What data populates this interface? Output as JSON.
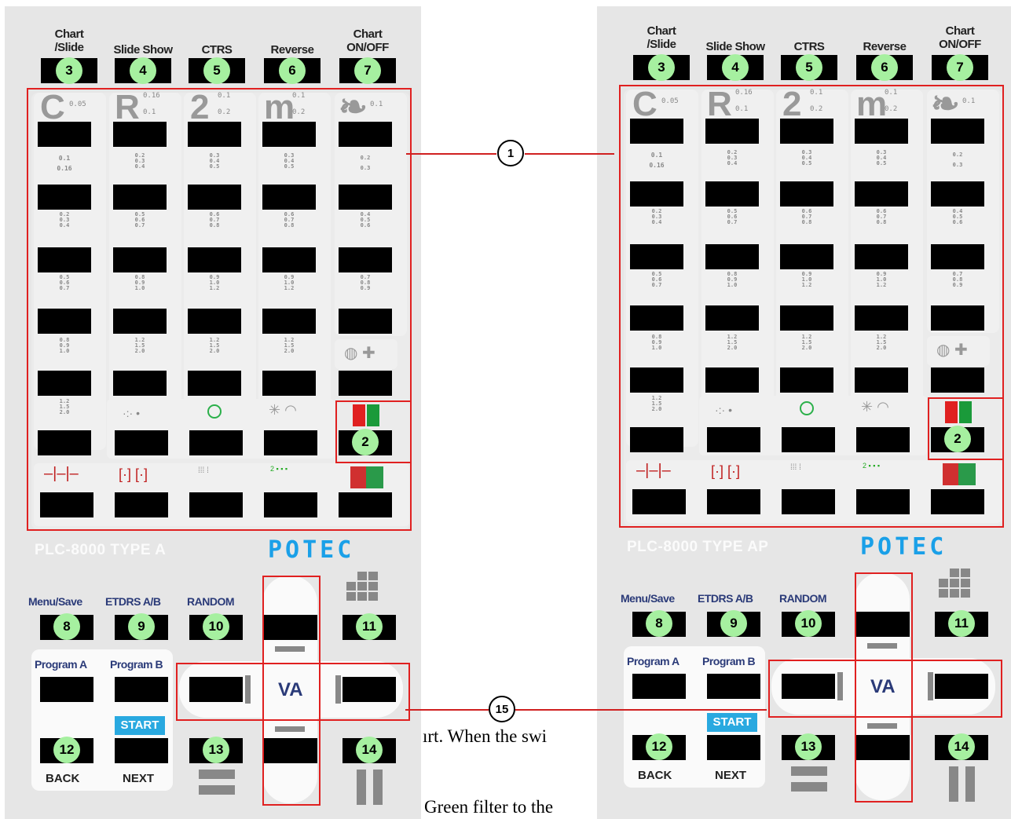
{
  "panels": [
    {
      "headers": [
        {
          "label": "Chart\n/Slide",
          "num": "3"
        },
        {
          "label": "Slide Show",
          "num": "4"
        },
        {
          "label": "CTRS",
          "num": "5"
        },
        {
          "label": "Reverse",
          "num": "6"
        },
        {
          "label": "Chart\nON/OFF",
          "num": "7"
        }
      ],
      "model": "PLC-8000 TYPE A",
      "brand": "POTEC"
    },
    {
      "headers": [
        {
          "label": "Chart\n/Slide",
          "num": "3"
        },
        {
          "label": "Slide Show",
          "num": "4"
        },
        {
          "label": "CTRS",
          "num": "5"
        },
        {
          "label": "Reverse",
          "num": "6"
        },
        {
          "label": "Chart\nON/OFF",
          "num": "7"
        }
      ],
      "model": "PLC-8000 TYPE AP",
      "brand": "POTEC"
    }
  ],
  "symbols": {
    "c": "C",
    "r": "R",
    "two": "2",
    "m": "m",
    "butterfly": "❧"
  },
  "symbol_sub": {
    "c": "0.05",
    "r_top": "0.16",
    "r_bot": "0.1",
    "two_top": "0.1",
    "two_bot": "0.2",
    "m_top": "0.1",
    "m_bot": "0.2",
    "bf": "0.1"
  },
  "acuity": {
    "c": [
      "0.1\n0.16",
      "0.2\n0.3\n0.4",
      "0.5\n0.6\n0.7",
      "0.8\n0.9\n1.0",
      "1.2\n1.5\n2.0"
    ],
    "r": [
      "0.2\n0.3\n0.4",
      "0.5\n0.6\n0.7",
      "0.8\n0.9\n1.0",
      "1.2\n1.5\n2.0"
    ],
    "two": [
      "0.3\n0.4\n0.5",
      "0.6\n0.7\n0.8",
      "0.9\n1.0\n1.2",
      "1.2\n1.5\n2.0"
    ],
    "m": [
      "0.3\n0.4\n0.5",
      "0.6\n0.7\n0.8",
      "0.9\n1.0\n1.2",
      "1.2\n1.5\n2.0"
    ],
    "bf": [
      "0.2\n0.3",
      "0.4\n0.5\n0.6",
      "0.7\n0.8\n0.9"
    ]
  },
  "nums": {
    "n2": "2",
    "n8": "8",
    "n9": "9",
    "n10": "10",
    "n11": "11",
    "n12": "12",
    "n13": "13",
    "n14": "14"
  },
  "labels": {
    "menu": "Menu/Save",
    "etdrs": "ETDRS A/B",
    "random": "RANDOM",
    "progA": "Program A",
    "progB": "Program B",
    "start": "START",
    "back": "BACK",
    "next": "NEXT",
    "va": "VA"
  },
  "callouts": {
    "c1": "1",
    "c15": "15"
  },
  "body_text": {
    "line1": "ırt. When the swi",
    "line2": "Green filter to the"
  },
  "colors": {
    "red_box": "#e02020",
    "badge": "#a6f0a0",
    "brand": "#1aa0e8",
    "start": "#29a9e0"
  }
}
